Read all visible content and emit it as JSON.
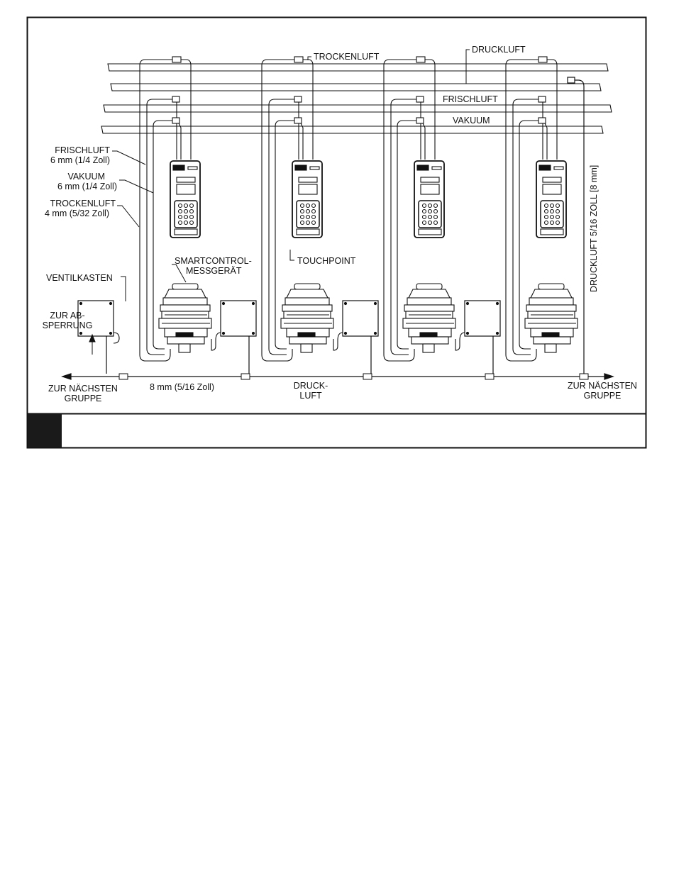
{
  "labels": {
    "trockenluft_top": "TROCKENLUFT",
    "druckluft_top": "DRUCKLUFT",
    "frischluft_rail": "FRISCHLUFT",
    "vakuum_rail": "VAKUUM",
    "frischluft_line1": "FRISCHLUFT",
    "frischluft_line2": "6 mm (1/4 Zoll)",
    "vakuum_line1": "VAKUUM",
    "vakuum_line2": "6 mm (1/4 Zoll)",
    "trockenluft_line1": "TROCKENLUFT",
    "trockenluft_line2": "4 mm (5/32 Zoll)",
    "smartcontrol_line1": "SMARTCONTROL-",
    "smartcontrol_line2": "MESSGERÄT",
    "ventilkasten": "VENTILKASTEN",
    "touchpoint": "TOUCHPOINT",
    "zur_absperrung_line1": "ZUR AB-",
    "zur_absperrung_line2": "SPERRUNG",
    "druckluft_vertical": "DRUCKLUFT 5/16 ZOLL [8 mm]",
    "next_group_left_line1": "ZUR NÄCHSTEN",
    "next_group_left_line2": "GRUPPE",
    "pipe_size": "8 mm (5/16 Zoll)",
    "druckluft_bottom_line1": "DRUCK-",
    "druckluft_bottom_line2": "LUFT",
    "next_group_right_line1": "ZUR NÄCHSTEN",
    "next_group_right_line2": "GRUPPE"
  },
  "caption": "",
  "colors": {
    "line": "#111111",
    "fill": "#ffffff",
    "caption_block": "#1a1a1a"
  }
}
